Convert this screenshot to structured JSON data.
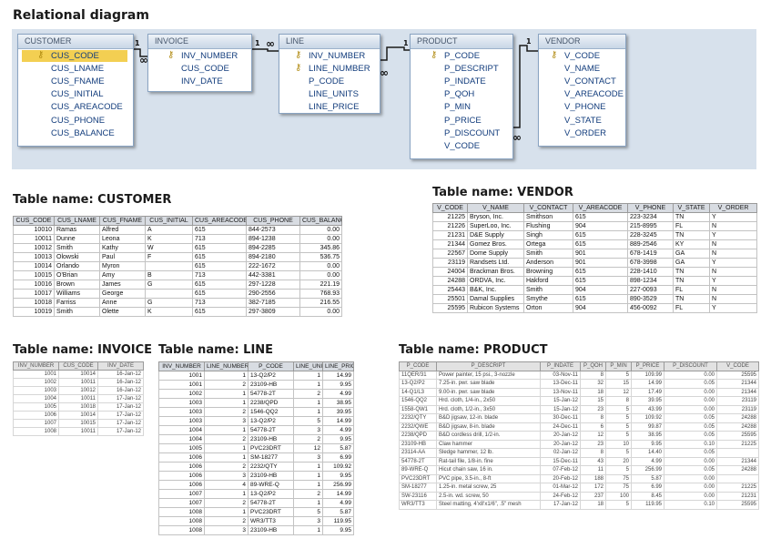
{
  "title": "Relational diagram",
  "diagram": {
    "entities": [
      {
        "name": "CUSTOMER",
        "fields": [
          "CUS_CODE",
          "CUS_LNAME",
          "CUS_FNAME",
          "CUS_INITIAL",
          "CUS_AREACODE",
          "CUS_PHONE",
          "CUS_BALANCE"
        ],
        "keys": [
          "CUS_CODE"
        ]
      },
      {
        "name": "INVOICE",
        "fields": [
          "INV_NUMBER",
          "CUS_CODE",
          "INV_DATE"
        ],
        "keys": [
          "INV_NUMBER"
        ]
      },
      {
        "name": "LINE",
        "fields": [
          "INV_NUMBER",
          "LINE_NUMBER",
          "P_CODE",
          "LINE_UNITS",
          "LINE_PRICE"
        ],
        "keys": [
          "INV_NUMBER",
          "LINE_NUMBER"
        ]
      },
      {
        "name": "PRODUCT",
        "fields": [
          "P_CODE",
          "P_DESCRIPT",
          "P_INDATE",
          "P_QOH",
          "P_MIN",
          "P_PRICE",
          "P_DISCOUNT",
          "V_CODE"
        ],
        "keys": [
          "P_CODE"
        ]
      },
      {
        "name": "VENDOR",
        "fields": [
          "V_CODE",
          "V_NAME",
          "V_CONTACT",
          "V_AREACODE",
          "V_PHONE",
          "V_STATE",
          "V_ORDER"
        ],
        "keys": [
          "V_CODE"
        ]
      }
    ],
    "rel_labels": {
      "one": "1",
      "many": "∞"
    },
    "key_icon": "key-icon",
    "colors": {
      "background": "#d7e1ec",
      "field_text": "#123c7c",
      "key": "#b08a10",
      "selection": "#f3cf52"
    }
  },
  "customer": {
    "title": "Table name: CUSTOMER",
    "columns": [
      "CUS_CODE",
      "CUS_LNAME",
      "CUS_FNAME",
      "CUS_INITIAL",
      "CUS_AREACODE",
      "CUS_PHONE",
      "CUS_BALANCE"
    ],
    "rows": [
      [
        "10010",
        "Ramas",
        "Alfred",
        "A",
        "615",
        "844-2573",
        "0.00"
      ],
      [
        "10011",
        "Dunne",
        "Leona",
        "K",
        "713",
        "894-1238",
        "0.00"
      ],
      [
        "10012",
        "Smith",
        "Kathy",
        "W",
        "615",
        "894-2285",
        "345.86"
      ],
      [
        "10013",
        "Olowski",
        "Paul",
        "F",
        "615",
        "894-2180",
        "536.75"
      ],
      [
        "10014",
        "Orlando",
        "Myron",
        "",
        "615",
        "222-1672",
        "0.00"
      ],
      [
        "10015",
        "O'Brian",
        "Amy",
        "B",
        "713",
        "442-3381",
        "0.00"
      ],
      [
        "10016",
        "Brown",
        "James",
        "G",
        "615",
        "297-1228",
        "221.19"
      ],
      [
        "10017",
        "Williams",
        "George",
        "",
        "615",
        "290-2556",
        "768.93"
      ],
      [
        "10018",
        "Farriss",
        "Anne",
        "G",
        "713",
        "382-7185",
        "216.55"
      ],
      [
        "10019",
        "Smith",
        "Olette",
        "K",
        "615",
        "297-3809",
        "0.00"
      ]
    ]
  },
  "vendor": {
    "title": "Table name: VENDOR",
    "columns": [
      "V_CODE",
      "V_NAME",
      "V_CONTACT",
      "V_AREACODE",
      "V_PHONE",
      "V_STATE",
      "V_ORDER"
    ],
    "rows": [
      [
        "21225",
        "Bryson, Inc.",
        "Smithson",
        "615",
        "223-3234",
        "TN",
        "Y"
      ],
      [
        "21226",
        "SuperLoo, Inc.",
        "Flushing",
        "904",
        "215-8995",
        "FL",
        "N"
      ],
      [
        "21231",
        "D&E Supply",
        "Singh",
        "615",
        "228-3245",
        "TN",
        "Y"
      ],
      [
        "21344",
        "Gomez Bros.",
        "Ortega",
        "615",
        "889-2546",
        "KY",
        "N"
      ],
      [
        "22567",
        "Dome Supply",
        "Smith",
        "901",
        "678-1419",
        "GA",
        "N"
      ],
      [
        "23119",
        "Randsets Ltd.",
        "Anderson",
        "901",
        "678-3998",
        "GA",
        "Y"
      ],
      [
        "24004",
        "Brackman Bros.",
        "Browning",
        "615",
        "228-1410",
        "TN",
        "N"
      ],
      [
        "24288",
        "ORDVA, Inc.",
        "Hakford",
        "615",
        "898-1234",
        "TN",
        "Y"
      ],
      [
        "25443",
        "B&K, Inc.",
        "Smith",
        "904",
        "227-0093",
        "FL",
        "N"
      ],
      [
        "25501",
        "Damal Supplies",
        "Smythe",
        "615",
        "890-3529",
        "TN",
        "N"
      ],
      [
        "25595",
        "Rubicon Systems",
        "Orton",
        "904",
        "456-0092",
        "FL",
        "Y"
      ]
    ]
  },
  "invoice": {
    "title": "Table name: INVOICE",
    "columns": [
      "INV_NUMBER",
      "CUS_CODE",
      "INV_DATE"
    ],
    "rows": [
      [
        "1001",
        "10014",
        "16-Jan-12"
      ],
      [
        "1002",
        "10011",
        "16-Jan-12"
      ],
      [
        "1003",
        "10012",
        "16-Jan-12"
      ],
      [
        "1004",
        "10011",
        "17-Jan-12"
      ],
      [
        "1005",
        "10018",
        "17-Jan-12"
      ],
      [
        "1006",
        "10014",
        "17-Jan-12"
      ],
      [
        "1007",
        "10015",
        "17-Jan-12"
      ],
      [
        "1008",
        "10011",
        "17-Jan-12"
      ]
    ]
  },
  "line": {
    "title": "Table name: LINE",
    "columns": [
      "INV_NUMBER",
      "LINE_NUMBER",
      "P_CODE",
      "LINE_UNITS",
      "LINE_PRICE"
    ],
    "rows": [
      [
        "1001",
        "1",
        "13-Q2/P2",
        "1",
        "14.99"
      ],
      [
        "1001",
        "2",
        "23109-HB",
        "1",
        "9.95"
      ],
      [
        "1002",
        "1",
        "54778-2T",
        "2",
        "4.99"
      ],
      [
        "1003",
        "1",
        "2238/QPD",
        "1",
        "38.95"
      ],
      [
        "1003",
        "2",
        "1546-QQ2",
        "1",
        "39.95"
      ],
      [
        "1003",
        "3",
        "13-Q2/P2",
        "5",
        "14.99"
      ],
      [
        "1004",
        "1",
        "54778-2T",
        "3",
        "4.99"
      ],
      [
        "1004",
        "2",
        "23109-HB",
        "2",
        "9.95"
      ],
      [
        "1005",
        "1",
        "PVC23DRT",
        "12",
        "5.87"
      ],
      [
        "1006",
        "1",
        "SM-18277",
        "3",
        "6.99"
      ],
      [
        "1006",
        "2",
        "2232/QTY",
        "1",
        "109.92"
      ],
      [
        "1006",
        "3",
        "23109-HB",
        "1",
        "9.95"
      ],
      [
        "1006",
        "4",
        "89-WRE-Q",
        "1",
        "256.99"
      ],
      [
        "1007",
        "1",
        "13-Q2/P2",
        "2",
        "14.99"
      ],
      [
        "1007",
        "2",
        "54778-2T",
        "1",
        "4.99"
      ],
      [
        "1008",
        "1",
        "PVC23DRT",
        "5",
        "5.87"
      ],
      [
        "1008",
        "2",
        "WR3/TT3",
        "3",
        "119.95"
      ],
      [
        "1008",
        "3",
        "23109-HB",
        "1",
        "9.95"
      ]
    ]
  },
  "product": {
    "title": "Table name: PRODUCT",
    "columns": [
      "P_CODE",
      "P_DESCRIPT",
      "P_INDATE",
      "P_QOH",
      "P_MIN",
      "P_PRICE",
      "P_DISCOUNT",
      "V_CODE"
    ],
    "rows": [
      [
        "11QER/31",
        "Power painter, 15 psi., 3-nozzle",
        "03-Nov-11",
        "8",
        "5",
        "109.99",
        "0.00",
        "25595"
      ],
      [
        "13-Q2/P2",
        "7.25-in. pwr. saw blade",
        "13-Dec-11",
        "32",
        "15",
        "14.99",
        "0.05",
        "21344"
      ],
      [
        "14-Q1/L3",
        "9.00-in. pwr. saw blade",
        "13-Nov-11",
        "18",
        "12",
        "17.49",
        "0.00",
        "21344"
      ],
      [
        "1546-QQ2",
        "Hrd. cloth, 1/4-in., 2x50",
        "15-Jan-12",
        "15",
        "8",
        "39.95",
        "0.00",
        "23119"
      ],
      [
        "1558-QW1",
        "Hrd. cloth, 1/2-in., 3x50",
        "15-Jan-12",
        "23",
        "5",
        "43.99",
        "0.00",
        "23119"
      ],
      [
        "2232/QTY",
        "B&D jigsaw, 12-in. blade",
        "30-Dec-11",
        "8",
        "5",
        "109.92",
        "0.05",
        "24288"
      ],
      [
        "2232/QWE",
        "B&D jigsaw, 8-in. blade",
        "24-Dec-11",
        "6",
        "5",
        "99.87",
        "0.05",
        "24288"
      ],
      [
        "2238/QPD",
        "B&D cordless drill, 1/2-in.",
        "20-Jan-12",
        "12",
        "5",
        "38.95",
        "0.05",
        "25595"
      ],
      [
        "23109-HB",
        "Claw hammer",
        "20-Jan-12",
        "23",
        "10",
        "9.95",
        "0.10",
        "21225"
      ],
      [
        "23114-AA",
        "Sledge hammer, 12 lb.",
        "02-Jan-12",
        "8",
        "5",
        "14.40",
        "0.05",
        ""
      ],
      [
        "54778-2T",
        "Rat-tail file, 1/8-in. fine",
        "15-Dec-11",
        "43",
        "20",
        "4.99",
        "0.00",
        "21344"
      ],
      [
        "89-WRE-Q",
        "Hicut chain saw, 16 in.",
        "07-Feb-12",
        "11",
        "5",
        "256.99",
        "0.05",
        "24288"
      ],
      [
        "PVC23DRT",
        "PVC pipe, 3.5-in., 8-ft",
        "20-Feb-12",
        "188",
        "75",
        "5.87",
        "0.00",
        ""
      ],
      [
        "SM-18277",
        "1.25-in. metal screw, 25",
        "01-Mar-12",
        "172",
        "75",
        "6.99",
        "0.00",
        "21225"
      ],
      [
        "SW-23116",
        "2.5-in. wd. screw, 50",
        "24-Feb-12",
        "237",
        "100",
        "8.45",
        "0.00",
        "21231"
      ],
      [
        "WR3/TT3",
        "Steel matting, 4'x8'x1/6\", .5\" mesh",
        "17-Jan-12",
        "18",
        "5",
        "119.95",
        "0.10",
        "25595"
      ]
    ]
  }
}
